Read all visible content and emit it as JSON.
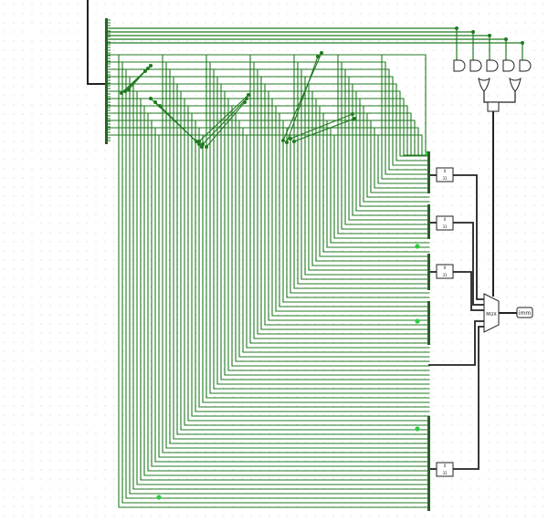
{
  "circuit": {
    "wire_color": "#1f7a1f",
    "wire_highlight": "#2ecc40",
    "bus_color": "#222222",
    "extenders": [
      {
        "id": "ext1",
        "top": "0",
        "bottom": "31"
      },
      {
        "id": "ext2",
        "top": "0",
        "bottom": "31"
      },
      {
        "id": "ext3",
        "top": "0",
        "bottom": "31"
      },
      {
        "id": "ext4",
        "top": "0",
        "bottom": "31"
      }
    ],
    "mux_label": "MUX",
    "output_label": "imm",
    "gate_count": 5
  }
}
